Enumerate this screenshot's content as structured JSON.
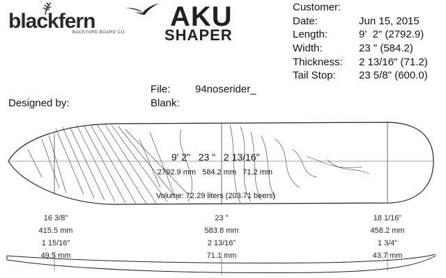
{
  "brand": {
    "name": "blackfern",
    "tagline": "BACKYARD BOARD CO."
  },
  "product": {
    "line1": "AKU",
    "line2": "SHAPER"
  },
  "header": {
    "customer_label": "Customer:",
    "date_label": "Date:",
    "date_value": "Jun 15, 2015",
    "length_label": "Length:",
    "length_value": "9'  2\" (2792.9)",
    "width_label": "Width:",
    "width_value": "23 \" (584.2)",
    "thickness_label": "Thickness:",
    "thickness_value": "2 13/16\" (71.2)",
    "tailstop_label": "Tail Stop:",
    "tailstop_value": "23 5/8\" (600.0)"
  },
  "meta": {
    "file_label": "File:",
    "file_value": "94noserider_",
    "blank_label": "Blank:",
    "designed_label": "Designed by:"
  },
  "board_center": {
    "imperial": "9' 2\"   23 \"   2 13/16\"",
    "metric": "2792.9 mm   584.2 mm   71.2 mm",
    "volume": "Volume: 72.29 liters (203.71 beers)"
  },
  "stations": [
    {
      "width_in": "16 3/8\"",
      "width_mm": "415.5 mm",
      "thick_in": "1 15/16\"",
      "thick_mm": "49.5 mm"
    },
    {
      "width_in": "23 \"",
      "width_mm": "583.8 mm",
      "thick_in": "2 13/16\"",
      "thick_mm": "71.1 mm"
    },
    {
      "width_in": "18 1/16\"",
      "width_mm": "458.2 mm",
      "thick_in": "1 3/4\"",
      "thick_mm": "43.7 mm"
    }
  ],
  "icons": {
    "logo": "fern-icon",
    "bird": "swallow-icon"
  }
}
